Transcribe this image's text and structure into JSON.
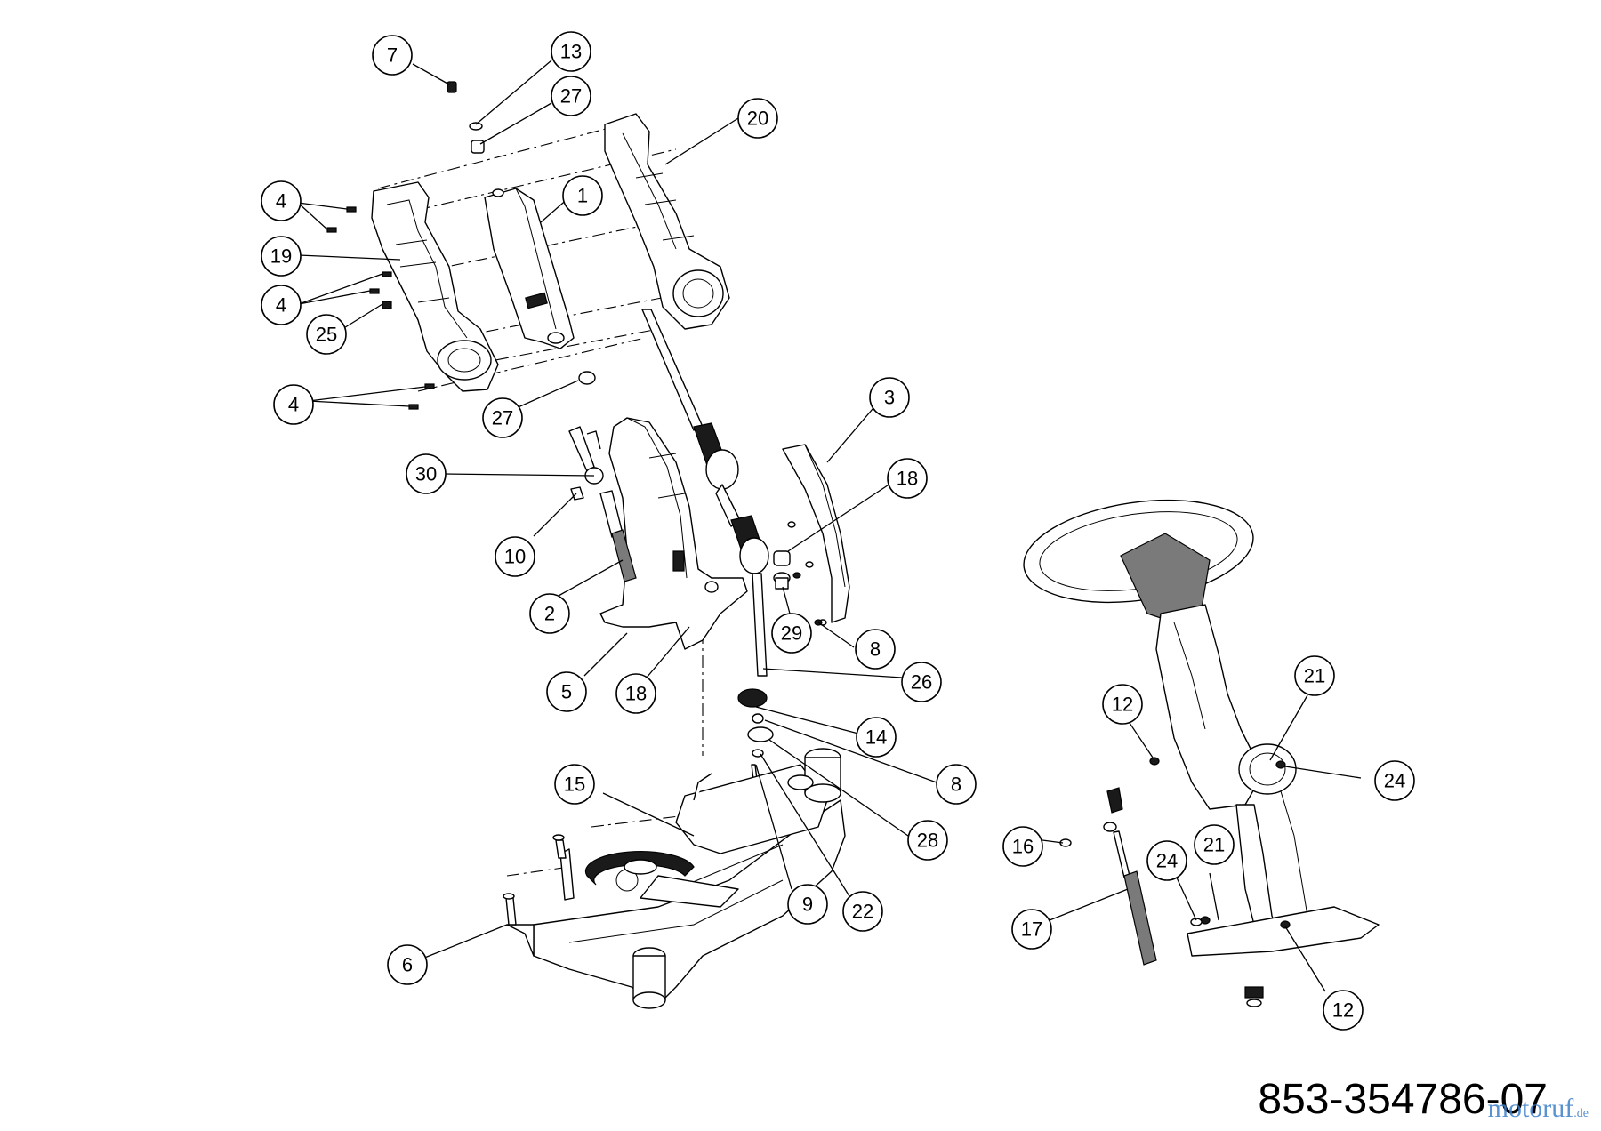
{
  "document_number": "853-354786-07",
  "watermark": {
    "brand": "motoruf",
    "suffix": ".de"
  },
  "callouts": [
    {
      "id": "c7",
      "label": "7"
    },
    {
      "id": "c13",
      "label": "13"
    },
    {
      "id": "c27a",
      "label": "27"
    },
    {
      "id": "c20",
      "label": "20"
    },
    {
      "id": "c1",
      "label": "1"
    },
    {
      "id": "c4a",
      "label": "4"
    },
    {
      "id": "c19",
      "label": "19"
    },
    {
      "id": "c4b",
      "label": "4"
    },
    {
      "id": "c25",
      "label": "25"
    },
    {
      "id": "c4c",
      "label": "4"
    },
    {
      "id": "c27b",
      "label": "27"
    },
    {
      "id": "c3",
      "label": "3"
    },
    {
      "id": "c30",
      "label": "30"
    },
    {
      "id": "c18a",
      "label": "18"
    },
    {
      "id": "c10",
      "label": "10"
    },
    {
      "id": "c2",
      "label": "2"
    },
    {
      "id": "c29",
      "label": "29"
    },
    {
      "id": "c8a",
      "label": "8"
    },
    {
      "id": "c5",
      "label": "5"
    },
    {
      "id": "c18b",
      "label": "18"
    },
    {
      "id": "c26",
      "label": "26"
    },
    {
      "id": "c14",
      "label": "14"
    },
    {
      "id": "c8b",
      "label": "8"
    },
    {
      "id": "c15",
      "label": "15"
    },
    {
      "id": "c28",
      "label": "28"
    },
    {
      "id": "c9",
      "label": "9"
    },
    {
      "id": "c22",
      "label": "22"
    },
    {
      "id": "c6",
      "label": "6"
    },
    {
      "id": "c12a",
      "label": "12"
    },
    {
      "id": "c21a",
      "label": "21"
    },
    {
      "id": "c24a",
      "label": "24"
    },
    {
      "id": "c16",
      "label": "16"
    },
    {
      "id": "c21b",
      "label": "21"
    },
    {
      "id": "c24b",
      "label": "24"
    },
    {
      "id": "c17",
      "label": "17"
    },
    {
      "id": "c12b",
      "label": "12"
    }
  ]
}
